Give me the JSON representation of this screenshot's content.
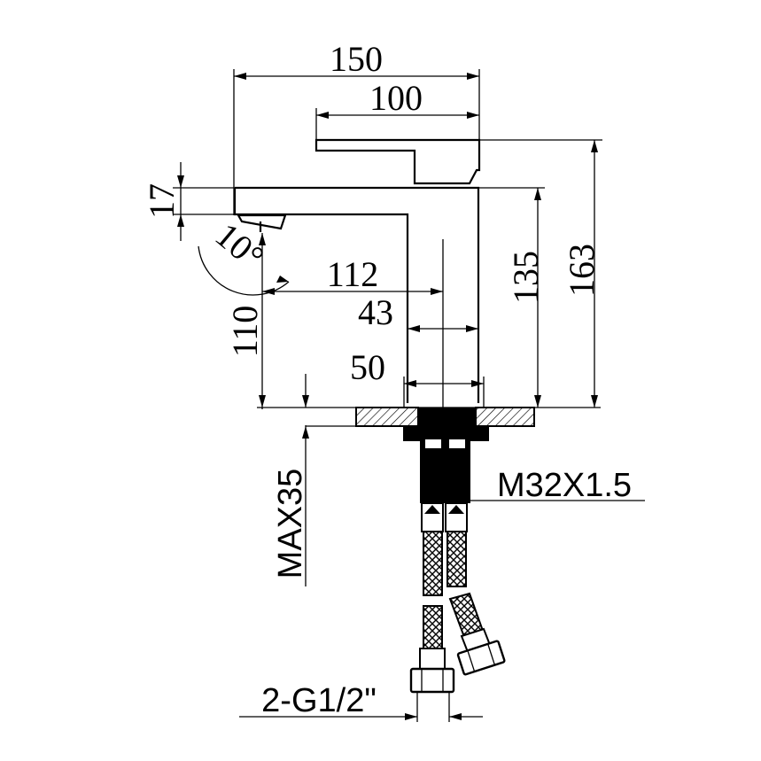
{
  "dimensions": {
    "overall_length": "150",
    "handle_length": "100",
    "spout_thickness": "17",
    "spout_angle": "10°",
    "spout_reach": "112",
    "body_offset": "43",
    "spout_height": "110",
    "base_diameter": "50",
    "body_height": "135",
    "total_height": "163",
    "max_deck_thickness": "MAX35",
    "thread": "M32X1.5",
    "hose_connection": "2-G1/2\""
  }
}
